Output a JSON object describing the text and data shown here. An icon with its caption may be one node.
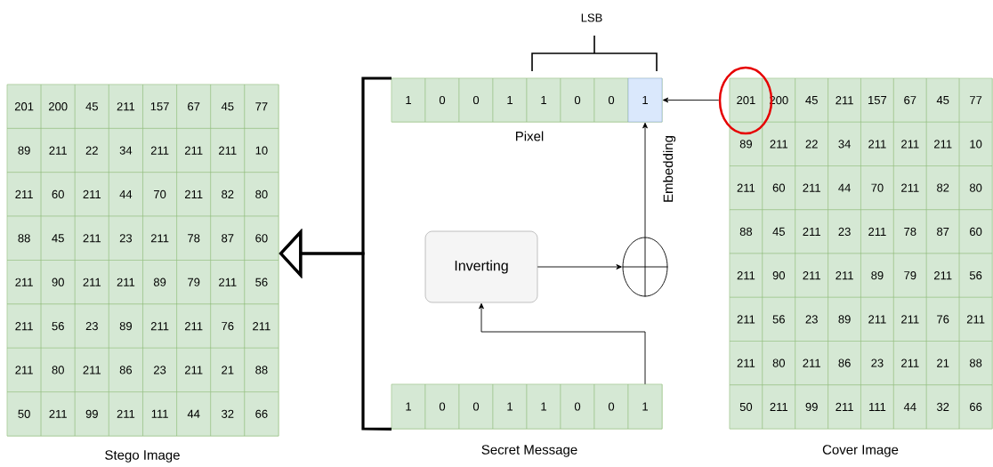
{
  "diagram": {
    "nodes": [
      {
        "text": [],
        "shape": "box",
        "beside": [
          "Stego Image"
        ]
      },
      {
        "text": [
          "201"
        ],
        "in": 0
      },
      {
        "text": [
          "200"
        ],
        "in": 0
      },
      {
        "text": [
          "45"
        ],
        "in": 0
      },
      {
        "text": [
          "211"
        ],
        "in": 0
      },
      {
        "text": [
          "157"
        ],
        "in": 0
      },
      {
        "text": [
          "67"
        ],
        "in": 0
      },
      {
        "text": [
          "45"
        ],
        "in": 0
      },
      {
        "text": [
          "77"
        ],
        "in": 0
      },
      {
        "text": [
          "89"
        ],
        "in": 0
      },
      {
        "text": [
          "211"
        ],
        "in": 0
      },
      {
        "text": [
          "22"
        ],
        "in": 0
      },
      {
        "text": [
          "34"
        ],
        "in": 0
      },
      {
        "text": [
          "211"
        ],
        "in": 0
      },
      {
        "text": [
          "211"
        ],
        "in": 0
      },
      {
        "text": [
          "211"
        ],
        "in": 0
      },
      {
        "text": [
          "10"
        ],
        "in": 0
      },
      {
        "text": [
          "211"
        ],
        "in": 0
      },
      {
        "text": [
          "60"
        ],
        "in": 0
      },
      {
        "text": [
          "211"
        ],
        "in": 0
      },
      {
        "text": [
          "44"
        ],
        "in": 0
      },
      {
        "text": [
          "70"
        ],
        "in": 0
      },
      {
        "text": [
          "211"
        ],
        "in": 0
      },
      {
        "text": [
          "82"
        ],
        "in": 0
      },
      {
        "text": [
          "80"
        ],
        "in": 0
      },
      {
        "text": [
          "88"
        ],
        "in": 0
      },
      {
        "text": [
          "45"
        ],
        "in": 0
      },
      {
        "text": [
          "211"
        ],
        "in": 0
      },
      {
        "text": [
          "23"
        ],
        "in": 0
      },
      {
        "text": [
          "211"
        ],
        "in": 0
      },
      {
        "text": [
          "78"
        ],
        "in": 0
      },
      {
        "text": [
          "87"
        ],
        "in": 0
      },
      {
        "text": [
          "60"
        ],
        "in": 0
      },
      {
        "text": [
          "211"
        ],
        "in": 0
      },
      {
        "text": [
          "90"
        ],
        "in": 0
      },
      {
        "text": [
          "211"
        ],
        "in": 0
      },
      {
        "text": [
          "211"
        ],
        "in": 0
      },
      {
        "text": [
          "89"
        ],
        "in": 0
      },
      {
        "text": [
          "79"
        ],
        "in": 0
      },
      {
        "text": [
          "211"
        ],
        "in": 0
      },
      {
        "text": [
          "56"
        ],
        "in": 0
      },
      {
        "text": [
          "211"
        ],
        "in": 0
      },
      {
        "text": [
          "56"
        ],
        "in": 0
      },
      {
        "text": [
          "23"
        ],
        "in": 0
      },
      {
        "text": [
          "89"
        ],
        "in": 0
      },
      {
        "text": [
          "211"
        ],
        "in": 0
      },
      {
        "text": [
          "211"
        ],
        "in": 0
      },
      {
        "text": [
          "76"
        ],
        "in": 0
      },
      {
        "text": [
          "211"
        ],
        "in": 0
      },
      {
        "text": [
          "211"
        ],
        "in": 0
      },
      {
        "text": [
          "80"
        ],
        "in": 0
      },
      {
        "text": [
          "211"
        ],
        "in": 0
      },
      {
        "text": [
          "86"
        ],
        "in": 0
      },
      {
        "text": [
          "23"
        ],
        "in": 0
      },
      {
        "text": [
          "211"
        ],
        "in": 0
      },
      {
        "text": [
          "21"
        ],
        "in": 0
      },
      {
        "text": [
          "88"
        ],
        "in": 0
      },
      {
        "text": [
          "50"
        ],
        "in": 0
      },
      {
        "text": [
          "211"
        ],
        "in": 0
      },
      {
        "text": [
          "99"
        ],
        "in": 0
      },
      {
        "text": [
          "211"
        ],
        "in": 0
      },
      {
        "text": [
          "111"
        ],
        "in": 0
      },
      {
        "text": [
          "44"
        ],
        "in": 0
      },
      {
        "text": [
          "32"
        ],
        "in": 0
      },
      {
        "text": [
          "66"
        ],
        "in": 0
      },
      {
        "text": [],
        "shape": "box",
        "beside": [
          "Pixel"
        ]
      },
      {
        "text": [
          "1"
        ],
        "in": 65
      },
      {
        "text": [
          "0"
        ],
        "in": 65
      },
      {
        "text": [
          "0"
        ],
        "in": 65
      },
      {
        "text": [
          "1"
        ],
        "in": 65
      },
      {
        "text": [
          "1"
        ],
        "in": 65
      },
      {
        "text": [
          "0"
        ],
        "in": 65
      },
      {
        "text": [
          "0"
        ],
        "in": 65
      },
      {
        "text": [
          "1"
        ],
        "in": 65
      },
      {
        "text": [
          "Inverting"
        ]
      },
      {
        "text": [],
        "shape": "circle"
      },
      {
        "text": [],
        "shape": "box",
        "beside": [
          "Secret Message"
        ]
      },
      {
        "text": [
          "1"
        ],
        "in": 76
      },
      {
        "text": [
          "0"
        ],
        "in": 76
      },
      {
        "text": [
          "0"
        ],
        "in": 76
      },
      {
        "text": [
          "1"
        ],
        "in": 76
      },
      {
        "text": [
          "1"
        ],
        "in": 76
      },
      {
        "text": [
          "0"
        ],
        "in": 76
      },
      {
        "text": [
          "0"
        ],
        "in": 76
      },
      {
        "text": [
          "1"
        ],
        "in": 76
      },
      {
        "text": [],
        "shape": "box",
        "beside": [
          "Cover Image"
        ]
      },
      {
        "text": [
          "201"
        ],
        "in": 85
      },
      {
        "text": [
          "200"
        ],
        "in": 85
      },
      {
        "text": [
          "45"
        ],
        "in": 85
      },
      {
        "text": [
          "211"
        ],
        "in": 85
      },
      {
        "text": [
          "157"
        ],
        "in": 85
      },
      {
        "text": [
          "67"
        ],
        "in": 85
      },
      {
        "text": [
          "45"
        ],
        "in": 85
      },
      {
        "text": [
          "77"
        ],
        "in": 85
      },
      {
        "text": [
          "89"
        ],
        "in": 85
      },
      {
        "text": [
          "211"
        ],
        "in": 85
      },
      {
        "text": [
          "22"
        ],
        "in": 85
      },
      {
        "text": [
          "34"
        ],
        "in": 85
      },
      {
        "text": [
          "211"
        ],
        "in": 85
      },
      {
        "text": [
          "211"
        ],
        "in": 85
      },
      {
        "text": [
          "211"
        ],
        "in": 85
      },
      {
        "text": [
          "10"
        ],
        "in": 85
      },
      {
        "text": [
          "211"
        ],
        "in": 85
      },
      {
        "text": [
          "60"
        ],
        "in": 85
      },
      {
        "text": [
          "211"
        ],
        "in": 85
      },
      {
        "text": [
          "44"
        ],
        "in": 85
      },
      {
        "text": [
          "70"
        ],
        "in": 85
      },
      {
        "text": [
          "211"
        ],
        "in": 85
      },
      {
        "text": [
          "82"
        ],
        "in": 85
      },
      {
        "text": [
          "80"
        ],
        "in": 85
      },
      {
        "text": [
          "88"
        ],
        "in": 85
      },
      {
        "text": [
          "45"
        ],
        "in": 85
      },
      {
        "text": [
          "211"
        ],
        "in": 85
      },
      {
        "text": [
          "23"
        ],
        "in": 85
      },
      {
        "text": [
          "211"
        ],
        "in": 85
      },
      {
        "text": [
          "78"
        ],
        "in": 85
      },
      {
        "text": [
          "87"
        ],
        "in": 85
      },
      {
        "text": [
          "60"
        ],
        "in": 85
      },
      {
        "text": [
          "211"
        ],
        "in": 85
      },
      {
        "text": [
          "90"
        ],
        "in": 85
      },
      {
        "text": [
          "211"
        ],
        "in": 85
      },
      {
        "text": [
          "211"
        ],
        "in": 85
      },
      {
        "text": [
          "89"
        ],
        "in": 85
      },
      {
        "text": [
          "79"
        ],
        "in": 85
      },
      {
        "text": [
          "211"
        ],
        "in": 85
      },
      {
        "text": [
          "56"
        ],
        "in": 85
      },
      {
        "text": [
          "211"
        ],
        "in": 85
      },
      {
        "text": [
          "56"
        ],
        "in": 85
      },
      {
        "text": [
          "23"
        ],
        "in": 85
      },
      {
        "text": [
          "89"
        ],
        "in": 85
      },
      {
        "text": [
          "211"
        ],
        "in": 85
      },
      {
        "text": [
          "211"
        ],
        "in": 85
      },
      {
        "text": [
          "76"
        ],
        "in": 85
      },
      {
        "text": [
          "211"
        ],
        "in": 85
      },
      {
        "text": [
          "211"
        ],
        "in": 85
      },
      {
        "text": [
          "80"
        ],
        "in": 85
      },
      {
        "text": [
          "211"
        ],
        "in": 85
      },
      {
        "text": [
          "86"
        ],
        "in": 85
      },
      {
        "text": [
          "23"
        ],
        "in": 85
      },
      {
        "text": [
          "211"
        ],
        "in": 85
      },
      {
        "text": [
          "21"
        ],
        "in": 85
      },
      {
        "text": [
          "88"
        ],
        "in": 85
      },
      {
        "text": [
          "50"
        ],
        "in": 85
      },
      {
        "text": [
          "211"
        ],
        "in": 85
      },
      {
        "text": [
          "99"
        ],
        "in": 85
      },
      {
        "text": [
          "211"
        ],
        "in": 85
      },
      {
        "text": [
          "111"
        ],
        "in": 85
      },
      {
        "text": [
          "44"
        ],
        "in": 85
      },
      {
        "text": [
          "32"
        ],
        "in": 85
      },
      {
        "text": [
          "66"
        ],
        "in": 85
      }
    ],
    "edges": [
      {
        "from": 86,
        "to": 73,
        "arrow": "to"
      },
      {
        "from": 75,
        "to": 73,
        "arrow": "to",
        "label": "Embedding"
      },
      {
        "from": 74,
        "to": 75,
        "arrow": "to"
      },
      {
        "from": 84,
        "to": 74,
        "arrow": "to"
      },
      {
        "from": 65,
        "to": 0,
        "arrow": "to",
        "style": "thick"
      },
      {
        "from": 76,
        "to": 0,
        "arrow": "to",
        "style": "thick"
      }
    ],
    "labels": [
      "LSB"
    ]
  }
}
